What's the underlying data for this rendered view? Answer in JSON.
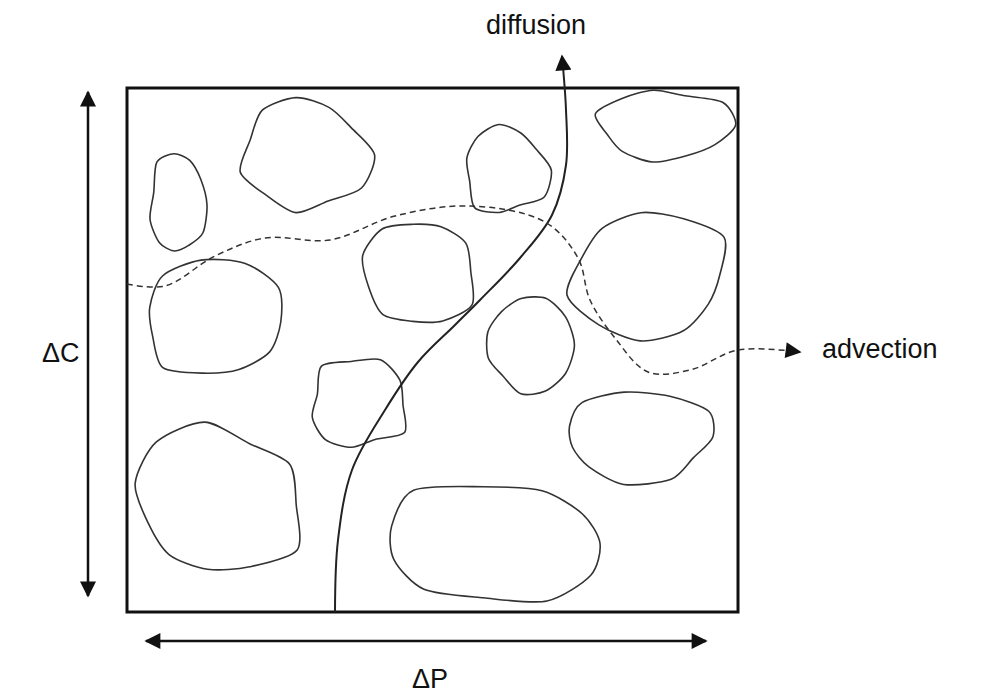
{
  "diagram": {
    "labels": [
      "diffusion",
      "advection",
      "ΔC",
      "ΔP"
    ]
  }
}
